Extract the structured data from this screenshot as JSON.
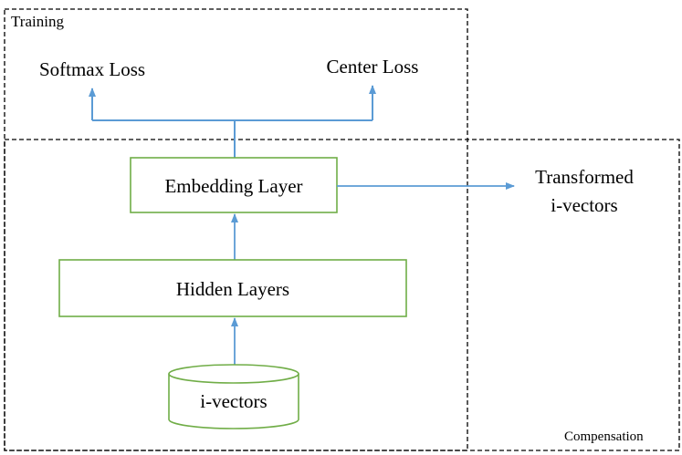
{
  "regions": {
    "training_label": "Training",
    "compensation_label": "Compensation"
  },
  "nodes": {
    "softmax_loss": "Softmax Loss",
    "center_loss": "Center Loss",
    "embedding_layer": "Embedding Layer",
    "hidden_layers": "Hidden Layers",
    "input_ivectors": "i-vectors",
    "output_line1": "Transformed",
    "output_line2": "i-vectors"
  },
  "colors": {
    "box_stroke": "#70ad47",
    "arrow": "#5b9bd5",
    "dashed_border": "#000000"
  }
}
